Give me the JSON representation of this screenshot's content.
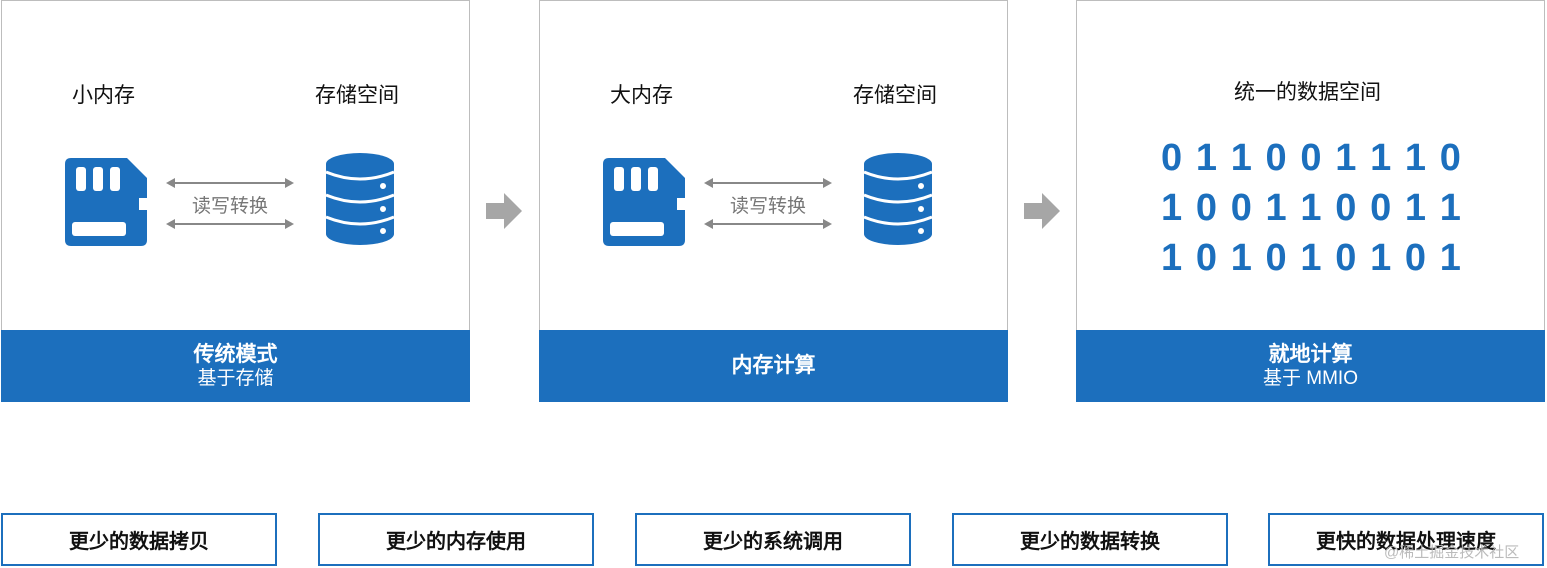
{
  "panels": [
    {
      "left_label": "小内存",
      "right_label": "存储空间",
      "swap_label": "读写转换",
      "footer_title": "传统模式",
      "footer_sub": "基于存储"
    },
    {
      "left_label": "大内存",
      "right_label": "存储空间",
      "swap_label": "读写转换",
      "footer_title": "内存计算",
      "footer_sub": ""
    },
    {
      "top_label": "统一的数据空间",
      "binary_rows": [
        [
          "0",
          "1",
          "1",
          "0",
          "0",
          "1",
          "1",
          "1",
          "0"
        ],
        [
          "1",
          "0",
          "0",
          "1",
          "1",
          "0",
          "0",
          "1",
          "1"
        ],
        [
          "1",
          "0",
          "1",
          "0",
          "1",
          "0",
          "1",
          "0",
          "1"
        ]
      ],
      "footer_title": "就地计算",
      "footer_sub": "基于 MMIO"
    }
  ],
  "benefits": [
    "更少的数据拷贝",
    "更少的内存使用",
    "更少的系统调用",
    "更少的数据转换",
    "更快的数据处理速度"
  ],
  "watermark": "@稀土掘金技术社区",
  "colors": {
    "accent": "#1c6fbd",
    "arrow_gray": "#a6a6a6"
  }
}
